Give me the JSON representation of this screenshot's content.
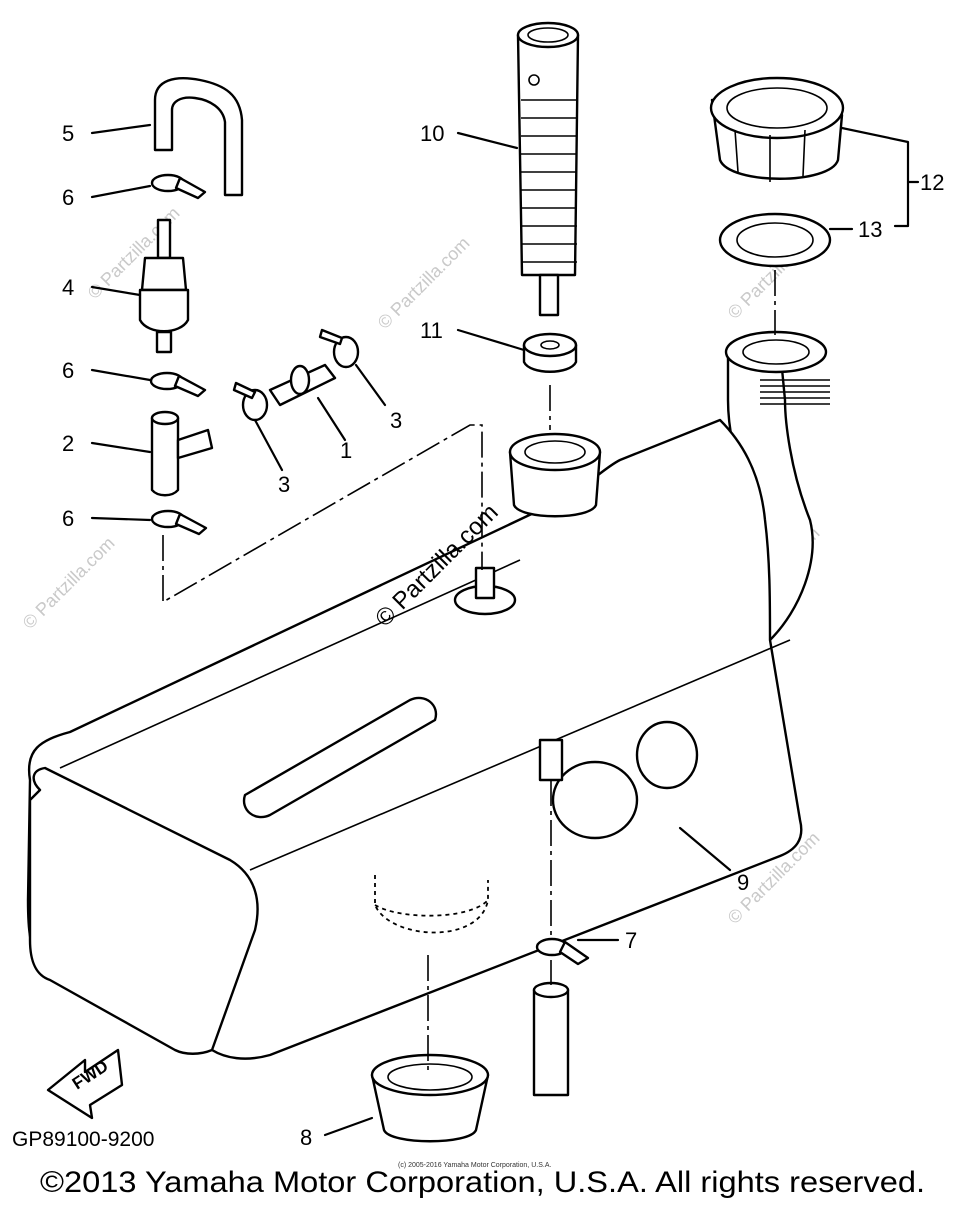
{
  "part_labels": [
    {
      "id": "1",
      "text": "1"
    },
    {
      "id": "2",
      "text": "2"
    },
    {
      "id": "3a",
      "text": "3"
    },
    {
      "id": "3b",
      "text": "3"
    },
    {
      "id": "4",
      "text": "4"
    },
    {
      "id": "5",
      "text": "5"
    },
    {
      "id": "6a",
      "text": "6"
    },
    {
      "id": "6b",
      "text": "6"
    },
    {
      "id": "6c",
      "text": "6"
    },
    {
      "id": "7",
      "text": "7"
    },
    {
      "id": "8",
      "text": "8"
    },
    {
      "id": "9",
      "text": "9"
    },
    {
      "id": "10",
      "text": "10"
    },
    {
      "id": "11",
      "text": "11"
    },
    {
      "id": "12",
      "text": "12"
    },
    {
      "id": "13",
      "text": "13"
    }
  ],
  "fwd_label": "FWD",
  "diagram_code": "GP89100-9200",
  "copyright": "©2013 Yamaha Motor Corporation, U.S.A. All rights reserved.",
  "small_copyright": "(c) 2005-2016 Yamaha Motor Corporation, U.S.A.",
  "center_watermark": "© Partzilla.com",
  "watermark_text": "© Partzilla.com"
}
